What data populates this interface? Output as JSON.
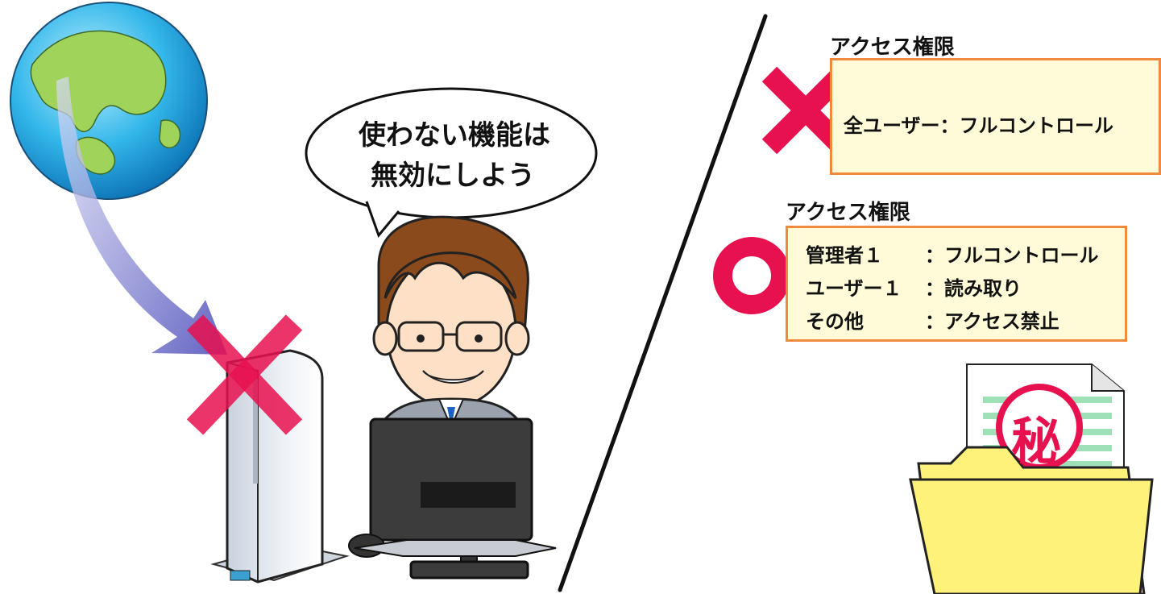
{
  "speech_bubble": {
    "line1": "使わない機能は",
    "line2": "無効にしよう"
  },
  "bad_permission": {
    "title": "アクセス権限",
    "user": "全ユーザー",
    "separator": "：",
    "right": "フルコントロール"
  },
  "good_permission": {
    "title": "アクセス権限",
    "rows": [
      {
        "user": "管理者１",
        "separator": "：",
        "right": "フルコントロール"
      },
      {
        "user": "ユーザー１",
        "separator": "：",
        "right": "読み取り"
      },
      {
        "user": "その他",
        "separator": "：",
        "right": "アクセス禁止"
      }
    ]
  },
  "stamp": "秘",
  "colors": {
    "cross": "#e8114f",
    "circle": "#e8114f",
    "panel_border": "#f08a3c",
    "panel_fill": "#fffbd8",
    "arrow": "#6f6fc9",
    "folder": "#fff27a"
  }
}
